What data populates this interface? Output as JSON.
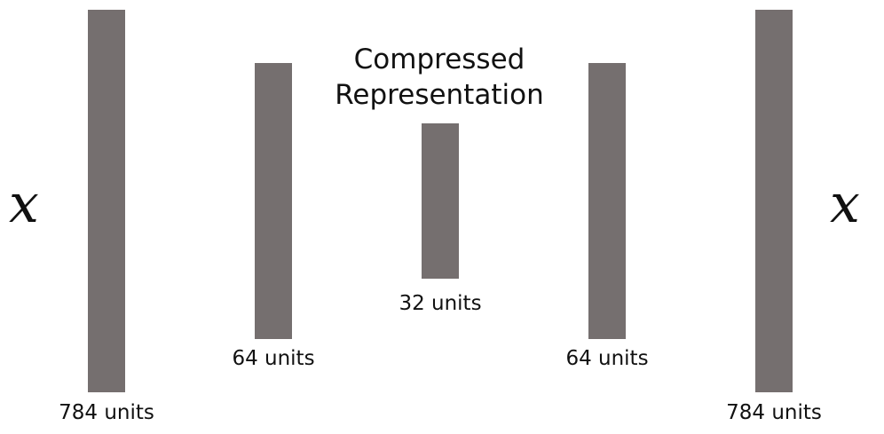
{
  "diagram": {
    "input_symbol": "x",
    "output_symbol": "x",
    "bottleneck_title_line1": "Compressed",
    "bottleneck_title_line2": "Representation",
    "layers": [
      {
        "label": "784 units"
      },
      {
        "label": "64 units"
      },
      {
        "label": "32 units"
      },
      {
        "label": "64 units"
      },
      {
        "label": "784 units"
      }
    ]
  },
  "colors": {
    "bar": "#756f6f",
    "text": "#111111",
    "background": "#ffffff"
  }
}
